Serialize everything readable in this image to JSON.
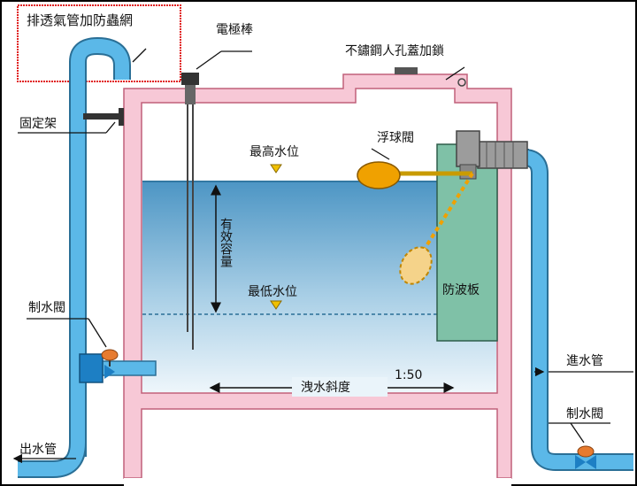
{
  "labels": {
    "vent_pipe": "排透氣管加防蟲網",
    "electrode_rod": "電極棒",
    "manhole_cover": "不鏽鋼人孔蓋加鎖",
    "fixing_bracket": "固定架",
    "max_water_level": "最高水位",
    "float_valve": "浮球閥",
    "effective_capacity": "有效容量",
    "min_water_level": "最低水位",
    "wave_baffle": "防波板",
    "stop_valve_left": "制水閥",
    "inlet_pipe": "進水管",
    "bottom_slope": "洩水斜度",
    "slope_ratio": "1:50",
    "outlet_pipe": "出水管",
    "stop_valve_right": "制水閥"
  },
  "colors": {
    "tank_wall": "#f7c8d6",
    "tank_wall_stroke": "#c0607a",
    "water_top": "#4c95c4",
    "water_bottom": "#eef6fb",
    "pipe": "#5bb8e8",
    "pipe_stroke": "#2a6f96",
    "baffle": "#7fc1a7",
    "float": "#f0a100",
    "valve_handle": "#e77b2f",
    "highlight_box": "#e02020"
  }
}
